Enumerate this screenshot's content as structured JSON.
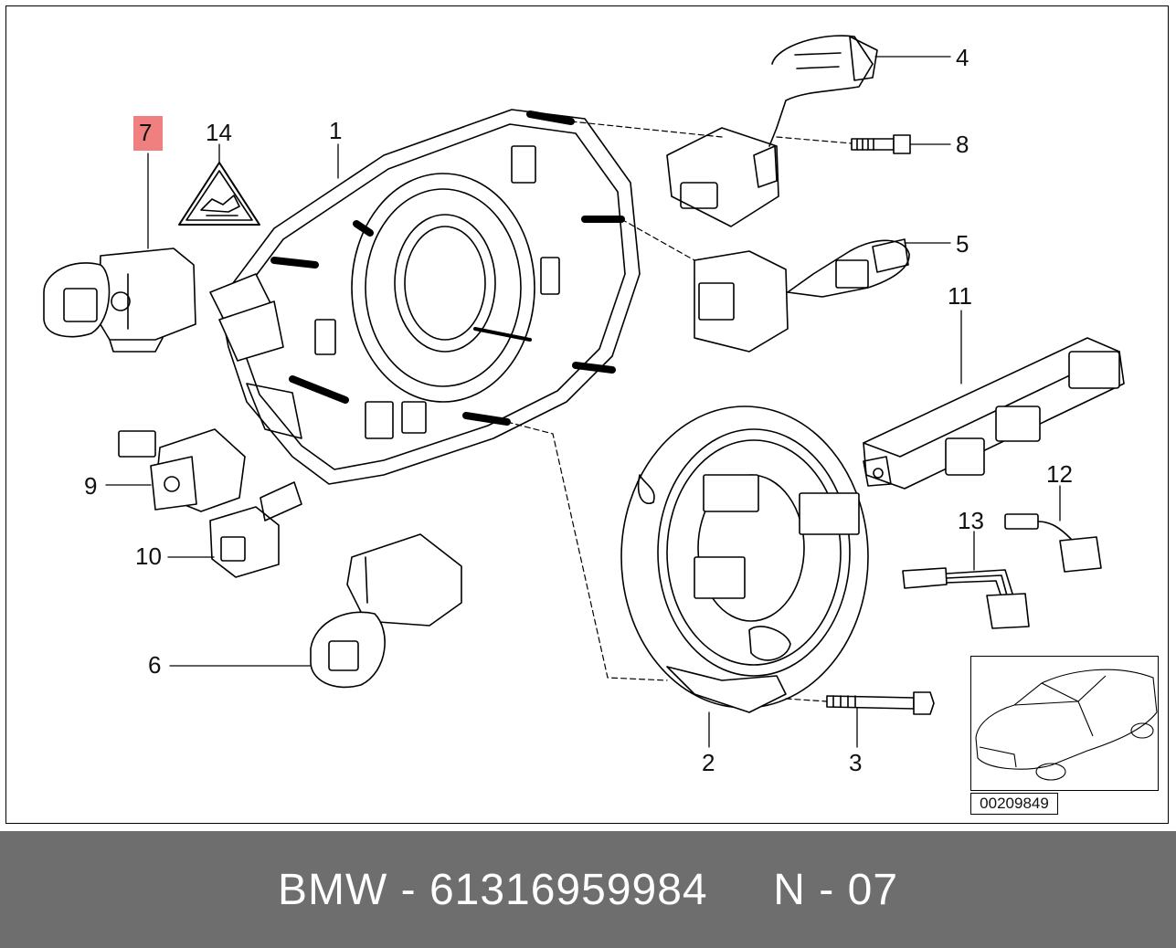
{
  "diagram": {
    "callouts": [
      {
        "id": "1",
        "label": "1"
      },
      {
        "id": "2",
        "label": "2"
      },
      {
        "id": "3",
        "label": "3"
      },
      {
        "id": "4",
        "label": "4"
      },
      {
        "id": "5",
        "label": "5"
      },
      {
        "id": "6",
        "label": "6"
      },
      {
        "id": "7",
        "label": "7"
      },
      {
        "id": "8",
        "label": "8"
      },
      {
        "id": "9",
        "label": "9"
      },
      {
        "id": "10",
        "label": "10"
      },
      {
        "id": "11",
        "label": "11"
      },
      {
        "id": "12",
        "label": "12"
      },
      {
        "id": "13",
        "label": "13"
      },
      {
        "id": "14",
        "label": "14"
      }
    ],
    "highlighted_callout": "7",
    "reference_number": "00209849",
    "colors": {
      "highlight": "#f08080",
      "footer_band": "#6e6e6e",
      "footer_text": "#ffffff",
      "line": "#000000"
    }
  },
  "footer": {
    "brand": "BMW",
    "separator": " - ",
    "part_number": "61316959984",
    "position_prefix": "N",
    "position_number": "07"
  }
}
